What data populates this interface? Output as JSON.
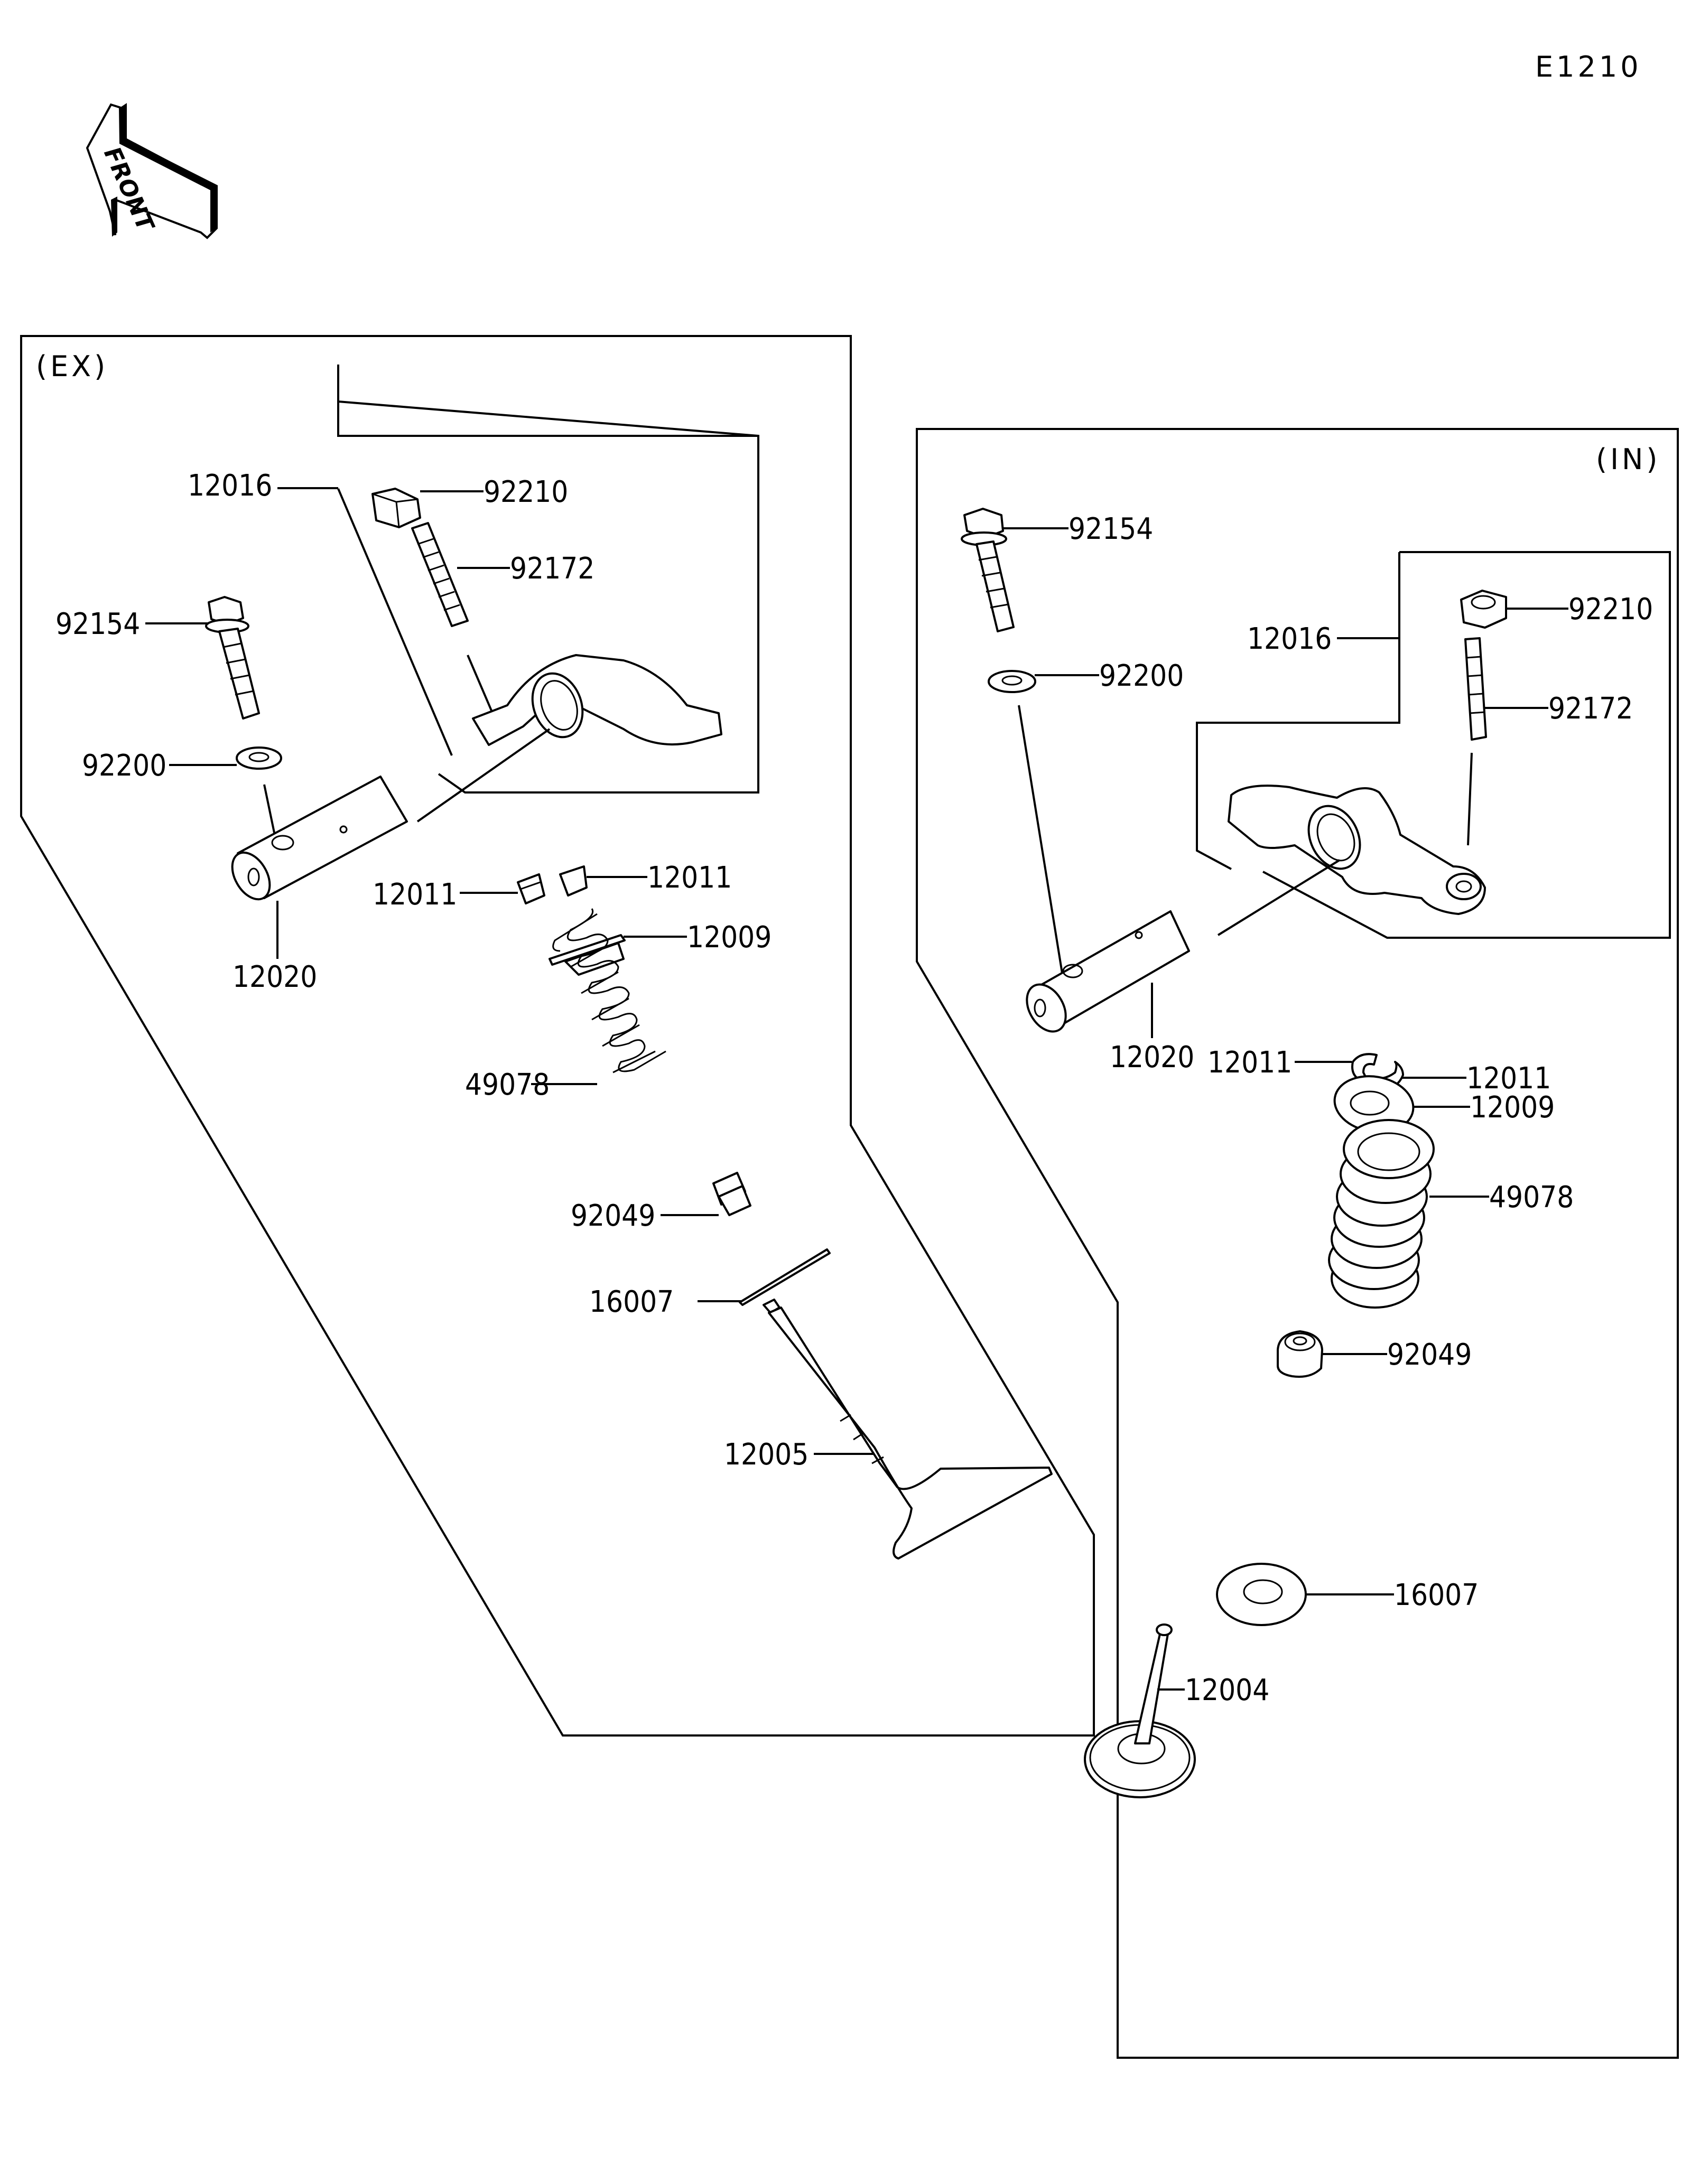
{
  "diagram": {
    "code": "E1210",
    "front_indicator": "FRONT",
    "colors": {
      "line": "#000000",
      "background": "#ffffff"
    }
  },
  "exhaust": {
    "tag": "(EX)",
    "parts": {
      "rocker_arm_assy": "12016",
      "nut": "92210",
      "adjust_screw": "92172",
      "bolt": "92154",
      "washer": "92200",
      "rocker_shaft": "12020",
      "cotter_left": "12011",
      "cotter_right": "12011",
      "retainer": "12009",
      "spring": "49078",
      "stem_seal": "92049",
      "spring_seat": "16007",
      "valve": "12005"
    }
  },
  "intake": {
    "tag": "(IN)",
    "parts": {
      "bolt": "92154",
      "washer": "92200",
      "rocker_arm_assy": "12016",
      "nut": "92210",
      "adjust_screw": "92172",
      "rocker_shaft": "12020",
      "cotter_left": "12011",
      "cotter_right": "12011",
      "retainer": "12009",
      "spring": "49078",
      "stem_seal": "92049",
      "spring_seat": "16007",
      "valve": "12004"
    }
  }
}
